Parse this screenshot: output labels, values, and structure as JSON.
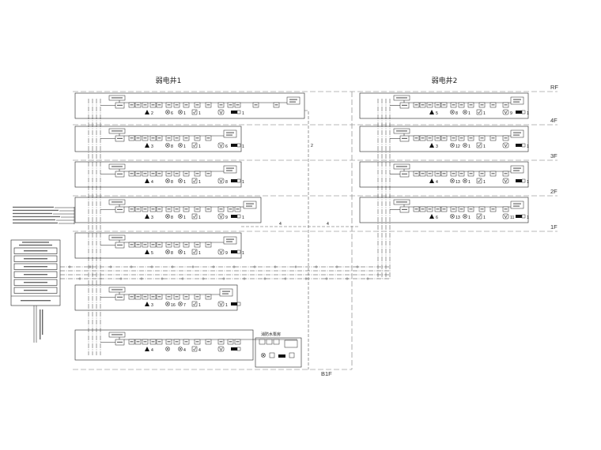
{
  "shaft_titles": [
    "弱电井1",
    "弱电井2"
  ],
  "floor_labels": {
    "rf": "RF",
    "f4": "4F",
    "f3": "3F",
    "f2": "2F",
    "f1": "1F",
    "b1f": "B1F"
  },
  "pump_room_label": "消防水泵房",
  "route_labels": {
    "riser": "2",
    "run_a": "4",
    "run_b": "4"
  },
  "shaft1_rows": [
    {
      "counts": [
        "2",
        "6",
        "1",
        "1",
        null,
        "1"
      ]
    },
    {
      "counts": [
        "3",
        "8",
        "1",
        "1",
        "6",
        "1"
      ]
    },
    {
      "counts": [
        "4",
        "8",
        "1",
        "1",
        "8",
        "1"
      ]
    },
    {
      "counts": [
        "3",
        "8",
        "1",
        "1",
        "9",
        "1"
      ]
    },
    {
      "counts": [
        "5",
        "8",
        "1",
        "1",
        "9",
        "1"
      ]
    }
  ],
  "basement_rows": [
    {
      "counts": [
        "3",
        "16",
        "7",
        "1",
        "1",
        null
      ]
    },
    {
      "counts": [
        "4",
        null,
        "4",
        "4",
        null,
        null
      ]
    }
  ],
  "shaft2_rows": [
    {
      "counts": [
        "5",
        "8",
        "1",
        "1",
        "9",
        "1"
      ]
    },
    {
      "counts": [
        "3",
        "12",
        "1",
        "1",
        null,
        "1"
      ]
    },
    {
      "counts": [
        "4",
        "13",
        "1",
        "1",
        null,
        "1"
      ]
    },
    {
      "counts": [
        "6",
        "13",
        "1",
        "1",
        "11",
        "1"
      ]
    }
  ]
}
